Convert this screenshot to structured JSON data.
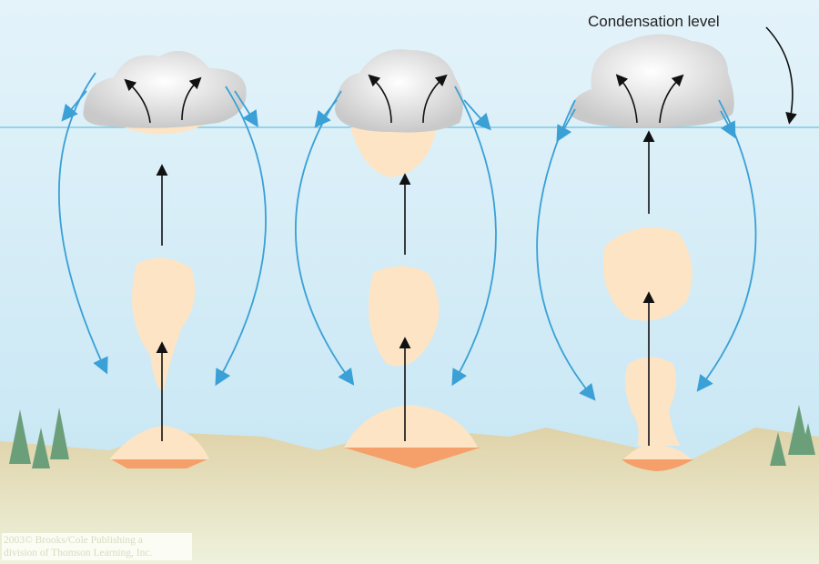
{
  "labels": {
    "condensation_level": "Condensation level"
  },
  "copyright": {
    "line1": "2003© Brooks/Cole Publishing a",
    "line2": "division of Thomson Learning, Inc."
  },
  "colors": {
    "sky_top": "#d8eef8",
    "sky_bottom": "#c6e6f3",
    "ground": "#e2d6ae",
    "ground_low": "#eef1da",
    "arrow_blue": "#3aa0d6",
    "thermal": "#fde4c4",
    "hot_spot": "#f5a06a"
  }
}
